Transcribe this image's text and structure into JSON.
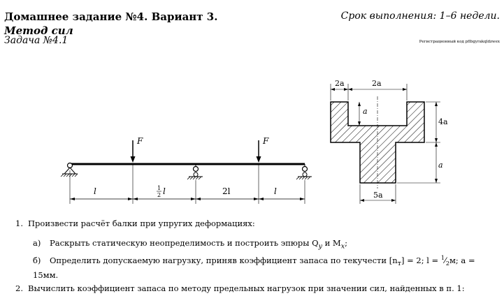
{
  "header": {
    "title": "Домашнее задание №4. Вариант 3.",
    "method": "Метод сил",
    "task": "Задача №4.1",
    "deadline": "Срок выполнения: 1–6 недели.",
    "reg_code": "Регистрационный код pflbgyrakqldzwex"
  },
  "beam_diagram": {
    "force_label": "F",
    "dim_1": "l",
    "dim_2_num": "1",
    "dim_2_den": "2",
    "dim_2_var": "l",
    "dim_3": "2l",
    "dim_4": "l"
  },
  "section_diagram": {
    "top_left_width": "2a",
    "top_gap_width": "2a",
    "notch_depth": "a",
    "upper_height": "4a",
    "lower_height": "a",
    "bottom_width": "5a"
  },
  "tasks": {
    "item1_num": "1.",
    "item1_text": "Произвести расчёт балки при упругих деформациях:",
    "item1a_label": "а)",
    "item1a_text": "Раскрыть статическую неопределимость и построить эпюры Q",
    "item1a_q_sub": "y",
    "item1a_and": " и M",
    "item1a_m_sub": "x",
    "item1a_end": ";",
    "item1b_label": "б)",
    "item1b_text": "Определить допускаемую нагрузку, приняв коэффициент запаса по текучести [n",
    "item1b_sub": "т",
    "item1b_eq": "] = 2; l = ",
    "item1b_frac_num": "1",
    "item1b_frac_den": "2",
    "item1b_tail": "м; a = 15мм.",
    "item2_num": "2.",
    "item2_text": "Вычислить коэффициент запаса по методу предельных нагрузок при значении сил, найденных в п. 1:"
  }
}
